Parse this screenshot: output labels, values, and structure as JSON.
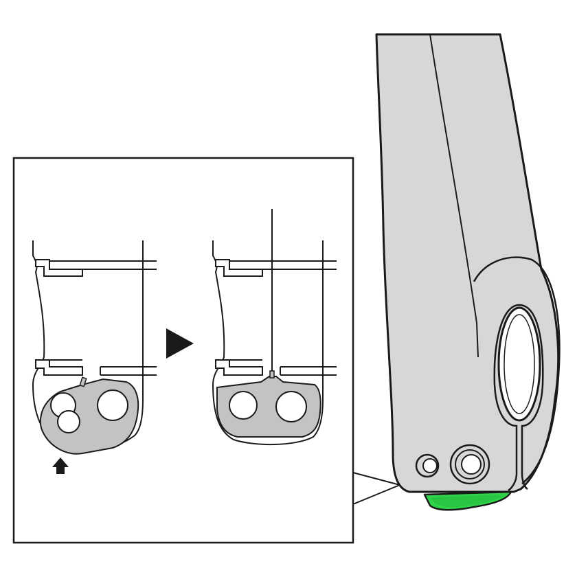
{
  "figure": {
    "kind": "technical-illustration",
    "caption": ""
  },
  "colors": {
    "background": "#ffffff",
    "outline": "#1a1a1a",
    "frame_fill": "#d7d7d7",
    "part_fill": "#c3c3c3",
    "hole_fill": "#ffffff",
    "highlight": "#2fd44a",
    "highlight_dark": "#1fa534"
  },
  "icons": {
    "step_arrow": "right-triangle-arrow-icon",
    "push_arrow": "up-arrow-icon"
  },
  "panels": [
    {
      "name": "before",
      "state": "part-swung-down"
    },
    {
      "name": "after",
      "state": "part-seated"
    }
  ]
}
